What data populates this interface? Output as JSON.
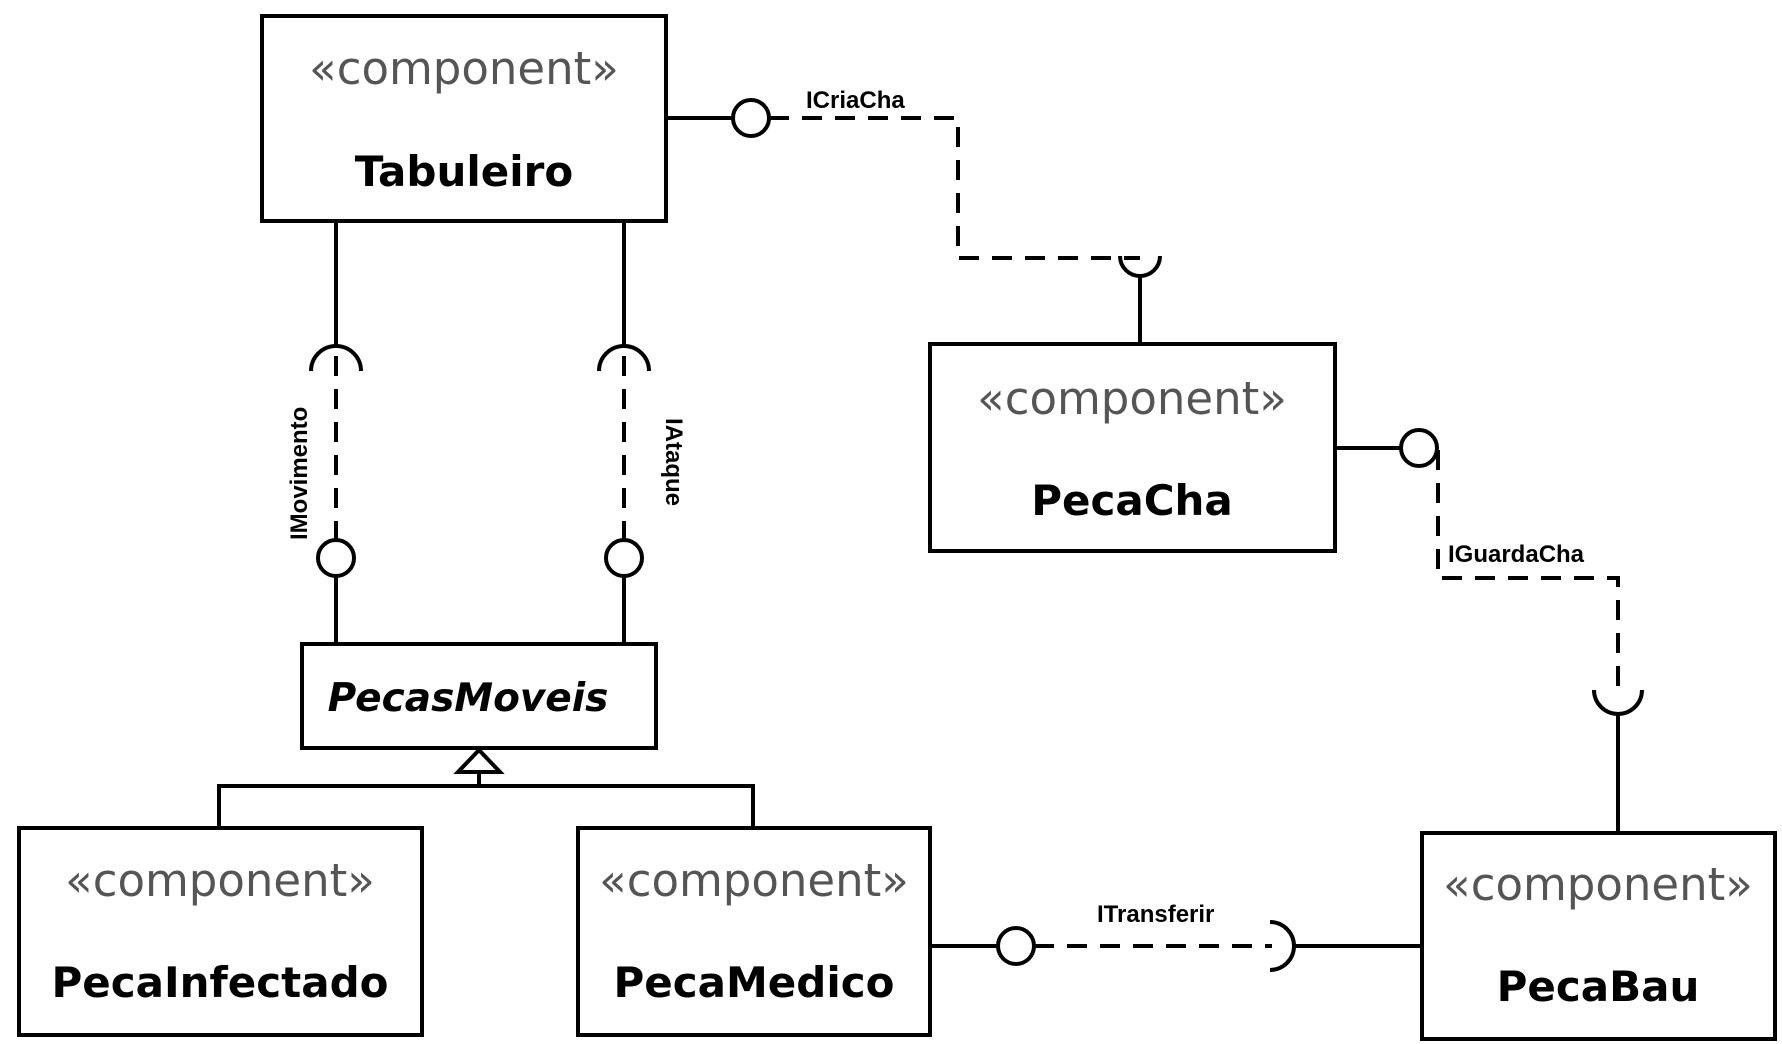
{
  "stereotype": "«component»",
  "components": {
    "tabuleiro": {
      "stereotype": "«component»",
      "name": "Tabuleiro"
    },
    "pecas_moveis": {
      "name": "PecasMoveis",
      "abstract": true
    },
    "peca_infectado": {
      "stereotype": "«component»",
      "name": "PecaInfectado"
    },
    "peca_medico": {
      "stereotype": "«component»",
      "name": "PecaMedico"
    },
    "peca_cha": {
      "stereotype": "«component»",
      "name": "PecaCha"
    },
    "peca_bau": {
      "stereotype": "«component»",
      "name": "PecaBau"
    }
  },
  "interfaces": {
    "icriacha": "ICriaCha",
    "imovimento": "IMovimento",
    "iataque": "IAtaque",
    "iguardacha": "IGuardaCha",
    "itransferir": "ITransferir"
  },
  "connections": [
    {
      "interface": "ICriaCha",
      "provider": "Tabuleiro",
      "consumer": "PecaCha"
    },
    {
      "interface": "IMovimento",
      "provider": "PecasMoveis",
      "consumer": "Tabuleiro"
    },
    {
      "interface": "IAtaque",
      "provider": "PecasMoveis",
      "consumer": "Tabuleiro"
    },
    {
      "interface": "IGuardaCha",
      "provider": "PecaCha",
      "consumer": "PecaBau"
    },
    {
      "interface": "ITransferir",
      "provider": "PecaMedico",
      "consumer": "PecaBau"
    }
  ],
  "generalizations": [
    {
      "child": "PecaInfectado",
      "parent": "PecasMoveis"
    },
    {
      "child": "PecaMedico",
      "parent": "PecasMoveis"
    }
  ]
}
